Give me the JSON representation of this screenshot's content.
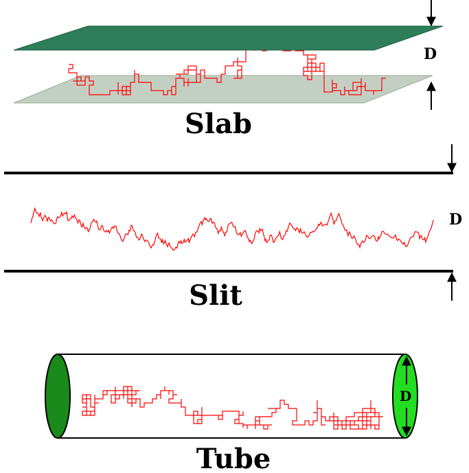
{
  "panels": {
    "slab": {
      "title": "Slab",
      "dim_label": "D"
    },
    "slit": {
      "title": "Slit",
      "dim_label": "D"
    },
    "tube": {
      "title": "Tube",
      "dim_label": "D"
    }
  },
  "colors": {
    "slab_top_plane": "#2e7d5b",
    "slab_bottom_plane": "#c4cfc4",
    "polymer": "#ff0000",
    "tube_left_cap": "#1a8a1a",
    "tube_right_cap": "#22dd22",
    "walls": "#000000"
  }
}
